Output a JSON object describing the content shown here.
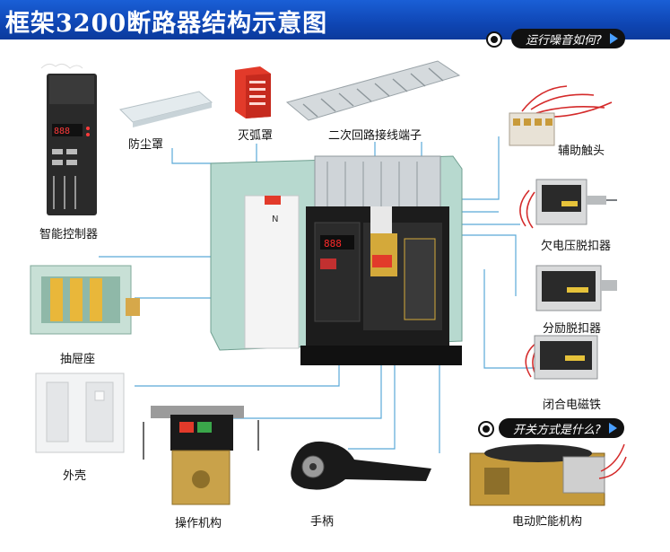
{
  "title": "框架3200断路器结构示意图",
  "pills": {
    "noise": "运行噪音如何?",
    "switch": "开关方式是什么?"
  },
  "labels": {
    "dust_cover": "防尘罩",
    "arc_chute": "灭弧罩",
    "secondary_terminal": "二次回路接线端子",
    "aux_contact": "辅助触头",
    "smart_controller": "智能控制器",
    "undervoltage_release": "欠电压脱扣器",
    "drawer_base": "抽屉座",
    "shunt_release": "分励脱扣器",
    "closing_magnet": "闭合电磁铁",
    "housing": "外壳",
    "operating_mechanism": "操作机构",
    "handle": "手柄",
    "motor_mechanism": "电动贮能机构"
  },
  "text": {
    "n_marker": "N"
  },
  "colors": {
    "header": "#1a5fd6",
    "leader_line": "#5aa9d8",
    "breaker_body": "#1c1c1c",
    "frame_green": "#b7d9cf",
    "terminal_grey": "#cfd4d8",
    "arc_red": "#e23a2a",
    "copper": "#d4a93a",
    "display_red": "#ff2a2a"
  },
  "icons": [
    "arrow-right-icon",
    "dot-marker-icon"
  ]
}
